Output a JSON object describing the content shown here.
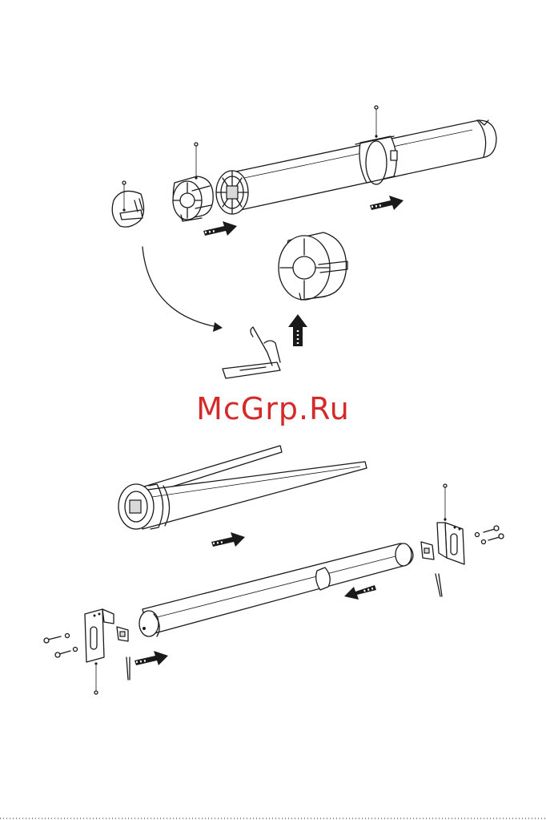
{
  "watermark": "McGrp.Ru",
  "colors": {
    "watermark": "#d42a2a",
    "lines": "#1a1a1a",
    "background": "#ffffff"
  },
  "icons": [
    "motor-tube",
    "crown-adapter",
    "drive-wheel",
    "clip",
    "bracket",
    "screw",
    "pin",
    "arrow"
  ]
}
